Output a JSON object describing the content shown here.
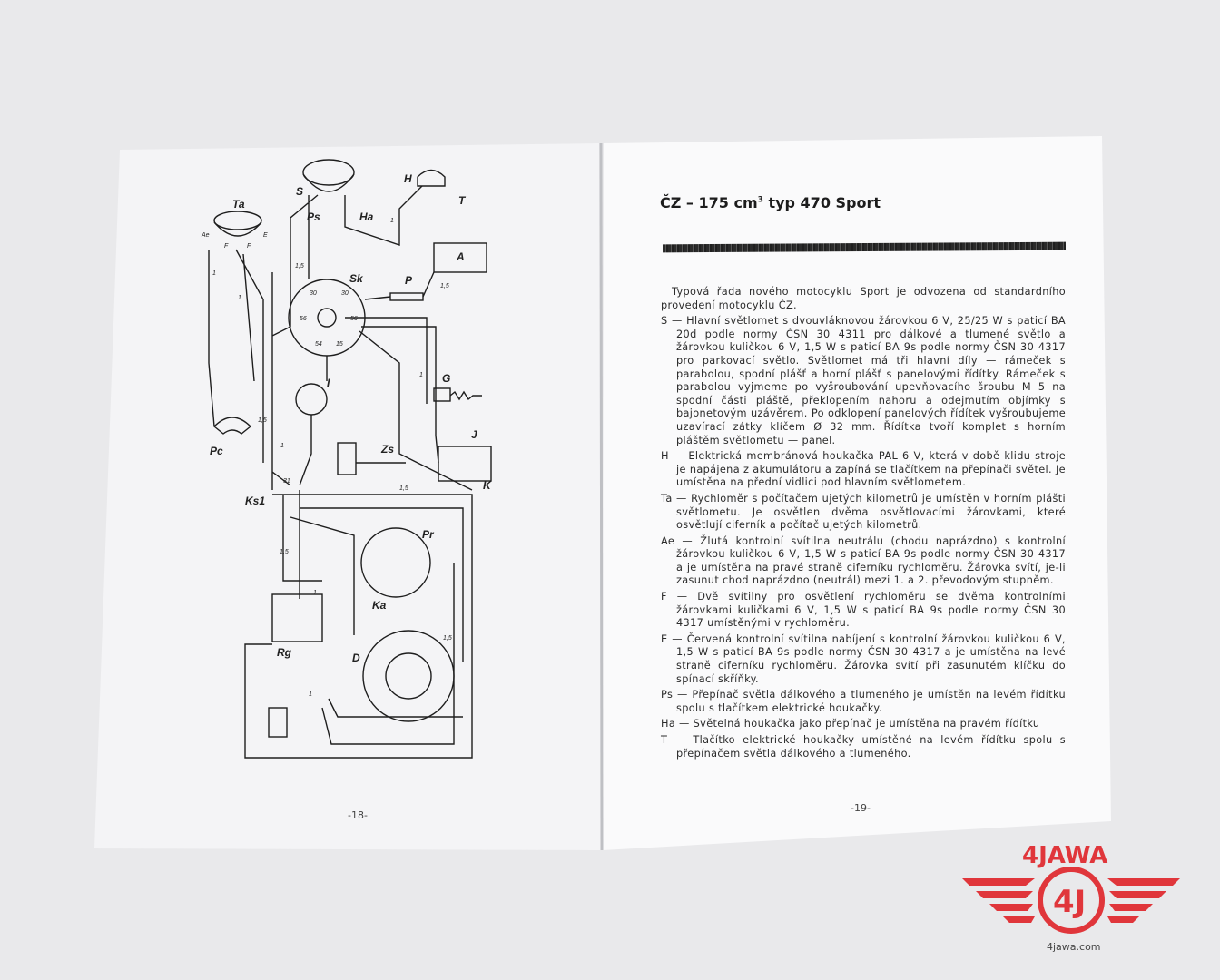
{
  "left_page": {
    "page_number": "-18-",
    "diagram_labels": {
      "Ta": "Ta",
      "Ae": "Ae",
      "F1": "F",
      "F2": "F",
      "E": "E",
      "S": "S",
      "Ps": "Ps",
      "Ha": "Ha",
      "H": "H",
      "T": "T",
      "A": "A",
      "Sk": "Sk",
      "P": "P",
      "G": "G",
      "I": "I",
      "J": "J",
      "Zs": "Zs",
      "K": "K",
      "Pc": "Pc",
      "Ks1": "Ks1",
      "Pr": "Pr",
      "Ka": "Ka",
      "Rg": "Rg",
      "D": "D",
      "w1": "1",
      "w2": "1",
      "w3": "1",
      "w4": "1",
      "w5": "1,5",
      "w6": "1,5",
      "w7": "1,5",
      "w8": "1,5",
      "w9": "1",
      "w10": "1",
      "w11": "1,5",
      "w12": "1,5",
      "w13": "1",
      "t30a": "30",
      "t30b": "30",
      "t56a": "56",
      "t56b": "56",
      "t54": "54",
      "t15": "15",
      "t31": "31"
    }
  },
  "right_page": {
    "title": "ČZ – 175 cm",
    "title_sup": "3",
    "title_rest": " typ 470 Sport",
    "intro": "Typová řada nového motocyklu Sport je odvozena od standardního provedení motocyklu ČZ.",
    "entries": [
      {
        "key": "S",
        "text": "S — Hlavní světlomet s dvouvláknovou žárovkou 6 V, 25/25 W s paticí BA 20d podle normy ČSN 30 4311 pro dálkové a tlumené světlo a žárovkou kuličkou 6 V, 1,5 W s paticí BA 9s podle normy ČSN 30 4317 pro parkovací světlo. Světlomet má tři hlavní díly — rámeček s parabolou, spodní plášť a horní plášť s panelovými řídítky. Rámeček s parabolou vyjmeme po vyšroubování upevňovacího šroubu M 5 na spodní části pláště, překlopením nahoru a odejmutím objímky s bajonetovým uzávěrem. Po odklopení panelových řídítek vyšroubujeme uzavírací zátky klíčem Ø 32 mm. Řídítka tvoří komplet s horním pláštěm světlometu — panel."
      },
      {
        "key": "H",
        "text": "H — Elektrická membránová houkačka PAL 6 V, která v době klidu stroje je napájena z akumulátoru a zapíná se tlačítkem na přepínači světel. Je umístěna na přední vidlici pod hlavním světlometem."
      },
      {
        "key": "Ta",
        "text": "Ta — Rychloměr s počítačem ujetých kilometrů je umístěn v horním plášti světlometu. Je osvětlen dvěma osvětlovacími žárovkami, které osvětlují ciferník a počítač ujetých kilometrů."
      },
      {
        "key": "Ae",
        "text": "Ae — Žlutá kontrolní svítilna neutrálu (chodu naprázdno) s kontrolní žárovkou kuličkou 6 V, 1,5 W s paticí BA 9s podle normy ČSN 30 4317 a je umístěna na pravé straně ciferníku rychloměru. Žárovka svítí, je-li zasunut chod naprázdno (neutrál) mezi 1. a 2. převodovým stupněm."
      },
      {
        "key": "F",
        "text": "F — Dvě svítilny pro osvětlení rychloměru se dvěma kontrolními žárovkami kuličkami 6 V, 1,5 W s paticí BA 9s podle normy ČSN 30 4317 umístěnými v rychloměru."
      },
      {
        "key": "E",
        "text": "E — Červená kontrolní svítilna nabíjení s kontrolní žárovkou kuličkou 6 V, 1,5 W s paticí BA 9s podle normy ČSN 30 4317 a je umístěna na levé straně ciferníku rychloměru. Žárovka svítí při zasunutém klíčku do spínací skříňky."
      },
      {
        "key": "Ps",
        "text": "Ps — Přepínač světla dálkového a tlumeného je umístěn na levém řídítku spolu s tlačítkem elektrické houkačky."
      },
      {
        "key": "Ha",
        "text": "Ha — Světelná houkačka jako přepínač je umístěna na pravém řídítku"
      },
      {
        "key": "T",
        "text": "T — Tlačítko elektrické houkačky umístěné na levém řídítku spolu s přepínačem světla dálkového a tlumeného."
      }
    ],
    "page_number": "-19-"
  },
  "logo": {
    "text": "4JAWA",
    "url": "4jawa.com",
    "color": "#e0363b"
  },
  "colors": {
    "background": "#e9e9eb",
    "paper": "#f7f7f8",
    "ink": "#222222"
  }
}
